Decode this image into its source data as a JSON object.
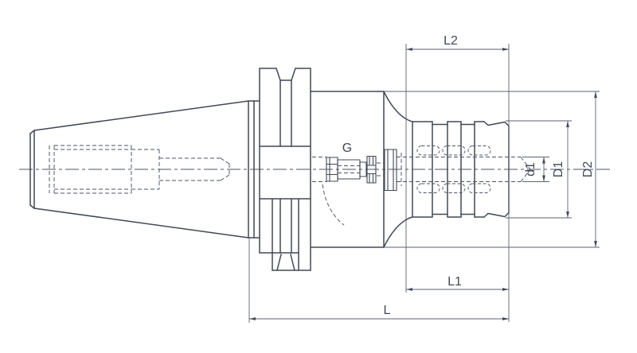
{
  "drawing": {
    "type": "tool-holder-technical-drawing",
    "labels": {
      "g": "G",
      "l2": "L2",
      "d1": "d1",
      "D1": "D1",
      "D2": "D2",
      "l1": "L1",
      "l": "L"
    },
    "colors": {
      "line": "#414855",
      "thin_line": "#5b6272",
      "background": "#ffffff"
    }
  }
}
